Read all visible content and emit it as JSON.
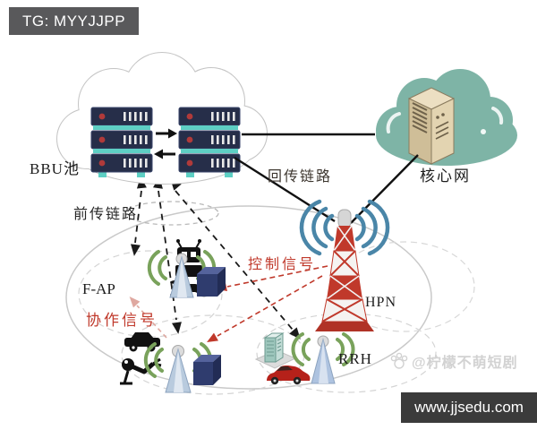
{
  "badges": {
    "tg": "TG: MYYJJPP",
    "site": "www.jjsedu.com"
  },
  "watermark": {
    "handle": "@柠檬不萌短剧"
  },
  "diagram": {
    "labels": {
      "bbu_pool": "BBU池",
      "core_network": "核心网",
      "backhaul_link": "回传链路",
      "fronthaul_link": "前传链路",
      "control_signal": "控制信号",
      "cooperation_signal": "协作信号",
      "fap": "F-AP",
      "hpn": "HPN",
      "rrh": "RRH"
    },
    "colors": {
      "core_cloud_teal": "#7eb4a6",
      "signal_red": "#c0392b",
      "cooperation_pink": "#dfa8a0",
      "server_navy": "#262e49",
      "server_teal": "#5ecfc4",
      "tower_red": "#c0392b",
      "wifi_blue": "#4a86a8",
      "wifi_green": "#79a25b",
      "cube_blue": "#2f3c6e",
      "tg_badge_gray": "#59595b",
      "site_badge_dark": "#3b3b3b"
    },
    "icons": [
      "bbu-cloud",
      "server-rack",
      "core-cloud",
      "core-server-icon",
      "hpn-tower-icon",
      "wifi-arcs-blue",
      "wifi-arcs-green",
      "fap-antenna-icon",
      "small-cell-antenna-icon",
      "rrh-antenna-icon",
      "robot-icon",
      "drone-icon",
      "car-icon",
      "robot-arm-icon",
      "building-icon",
      "red-car-icon",
      "cube-icon",
      "paw-logo-icon"
    ]
  }
}
